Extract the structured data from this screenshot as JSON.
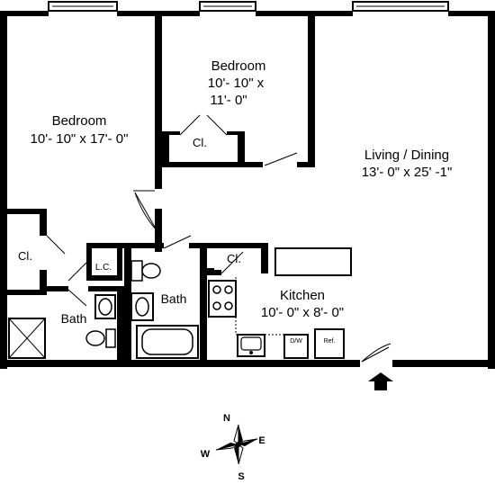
{
  "rooms": {
    "bedroom_left": {
      "name": "Bedroom",
      "dims": "10'- 10\" x 17'- 0\""
    },
    "bedroom_top": {
      "name": "Bedroom",
      "dims_line1": "10'- 10\" x",
      "dims_line2": "11'- 0\""
    },
    "living": {
      "name": "Living / Dining",
      "dims": "13'- 0\" x 25' -1\""
    },
    "kitchen": {
      "name": "Kitchen",
      "dims": "10'- 0\" x  8'- 0\""
    }
  },
  "labels": {
    "closet": "Cl.",
    "linen_closet": "L.C.",
    "bath": "Bath",
    "dishwasher": "D/W",
    "refrigerator": "Ref."
  },
  "compass": {
    "north": "N",
    "south": "S",
    "east": "E",
    "west": "W"
  }
}
